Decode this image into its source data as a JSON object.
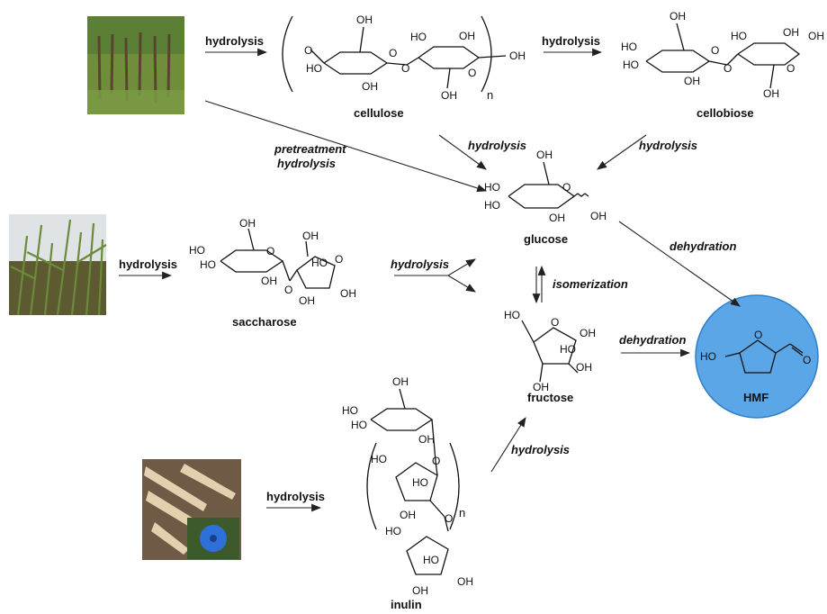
{
  "photos": {
    "pine_forest": {
      "alt": "pine forest photo",
      "sky": "#e6ecef",
      "foliage": "#4f7a2c",
      "ground": "#6f8d3a"
    },
    "sugarcane": {
      "alt": "sugarcane photo",
      "sky": "#dfe3e6",
      "foliage": "#6b8a3a",
      "ground": "#5d5a32"
    },
    "chicory": {
      "alt": "chicory roots photo",
      "soil": "#6e5a45",
      "root": "#e3d0ae",
      "flower": "#2f6fd8"
    }
  },
  "labels": {
    "hydrolysis": "hydrolysis",
    "pretreatment": "pretreatment",
    "isomerization": "isomerization",
    "dehydration": "dehydration",
    "n": "n"
  },
  "compounds": {
    "cellulose": "cellulose",
    "cellobiose": "cellobiose",
    "glucose": "glucose",
    "saccharose": "saccharose",
    "fructose": "fructose",
    "inulin": "inulin",
    "hmf": "HMF"
  },
  "atoms": {
    "oh": "OH",
    "ho": "HO",
    "o": "O"
  },
  "colors": {
    "hmf_fill": "#5aa6e6",
    "hmf_stroke": "#2d7fc9"
  }
}
